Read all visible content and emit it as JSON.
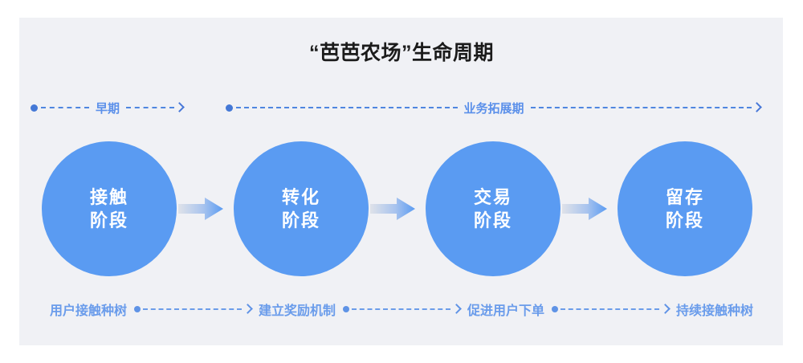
{
  "header": {
    "title": "“芭芭农场”生命周期"
  },
  "phases": [
    {
      "label": "早期",
      "arrow_icon": "chevron-right-icon",
      "dot_icon": "node-dot-icon"
    },
    {
      "label": "业务拓展期",
      "arrow_icon": "chevron-right-icon",
      "dot_icon": "node-dot-icon"
    }
  ],
  "stages": [
    {
      "line1": "接触",
      "line2": "阶段"
    },
    {
      "line1": "转化",
      "line2": "阶段"
    },
    {
      "line1": "交易",
      "line2": "阶段"
    },
    {
      "line1": "留存",
      "line2": "阶段"
    }
  ],
  "stage_arrows": [
    {
      "icon": "block-arrow-right-icon"
    },
    {
      "icon": "block-arrow-right-icon"
    },
    {
      "icon": "block-arrow-right-icon"
    }
  ],
  "captions": [
    {
      "label": "用户接触种树"
    },
    {
      "label": "建立奖励机制"
    },
    {
      "label": "促进用户下单"
    },
    {
      "label": "持续接触种树"
    }
  ],
  "caption_connectors": [
    {
      "dot_icon": "node-dot-icon",
      "arrow_icon": "chevron-right-icon"
    },
    {
      "dot_icon": "node-dot-icon",
      "arrow_icon": "chevron-right-icon"
    },
    {
      "dot_icon": "node-dot-icon",
      "arrow_icon": "chevron-right-icon"
    }
  ],
  "colors": {
    "page_background": "#ffffff",
    "panel_background": "#f0f1f5",
    "circle_fill": "#5a9bf2",
    "circle_text": "#ffffff",
    "title_text": "#1b1b1b",
    "phase_text": "#5b90ea",
    "caption_text": "#6a9ceb",
    "dot": "#4478d6",
    "dash": "#4f86e0",
    "arrow_gradient_start": "#d7dae2",
    "arrow_gradient_end": "#5a9bf2"
  }
}
